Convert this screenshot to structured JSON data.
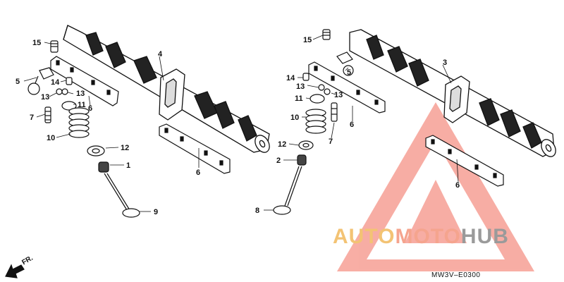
{
  "diagram": {
    "callouts": {
      "n15a": "15",
      "n5a": "5",
      "n14a": "14",
      "n13a1": "13",
      "n13a2": "13",
      "n11a": "11",
      "n7a": "7",
      "n10a": "10",
      "n6a": "6",
      "n4": "4",
      "n12a": "12",
      "n1": "1",
      "n9": "9",
      "n6b": "6",
      "n15b": "15",
      "n3": "3",
      "n14b": "14",
      "n13b1": "13",
      "n13b2": "13",
      "n5b": "5",
      "n11b": "11",
      "n10b": "10",
      "n6c": "6",
      "n7b": "7",
      "n12b": "12",
      "n2": "2",
      "n8": "8",
      "n6d": "6"
    },
    "direction_label": "FR.",
    "drawing_code": "MW3V–E0300"
  },
  "watermark": {
    "part1": "AUTO",
    "part2": "MOTO",
    "part3": "HUB",
    "colors": {
      "auto": "#f3c374",
      "moto": "#f5a48e",
      "hub": "#9a9a9a",
      "triangle": "#f26b5b"
    }
  }
}
